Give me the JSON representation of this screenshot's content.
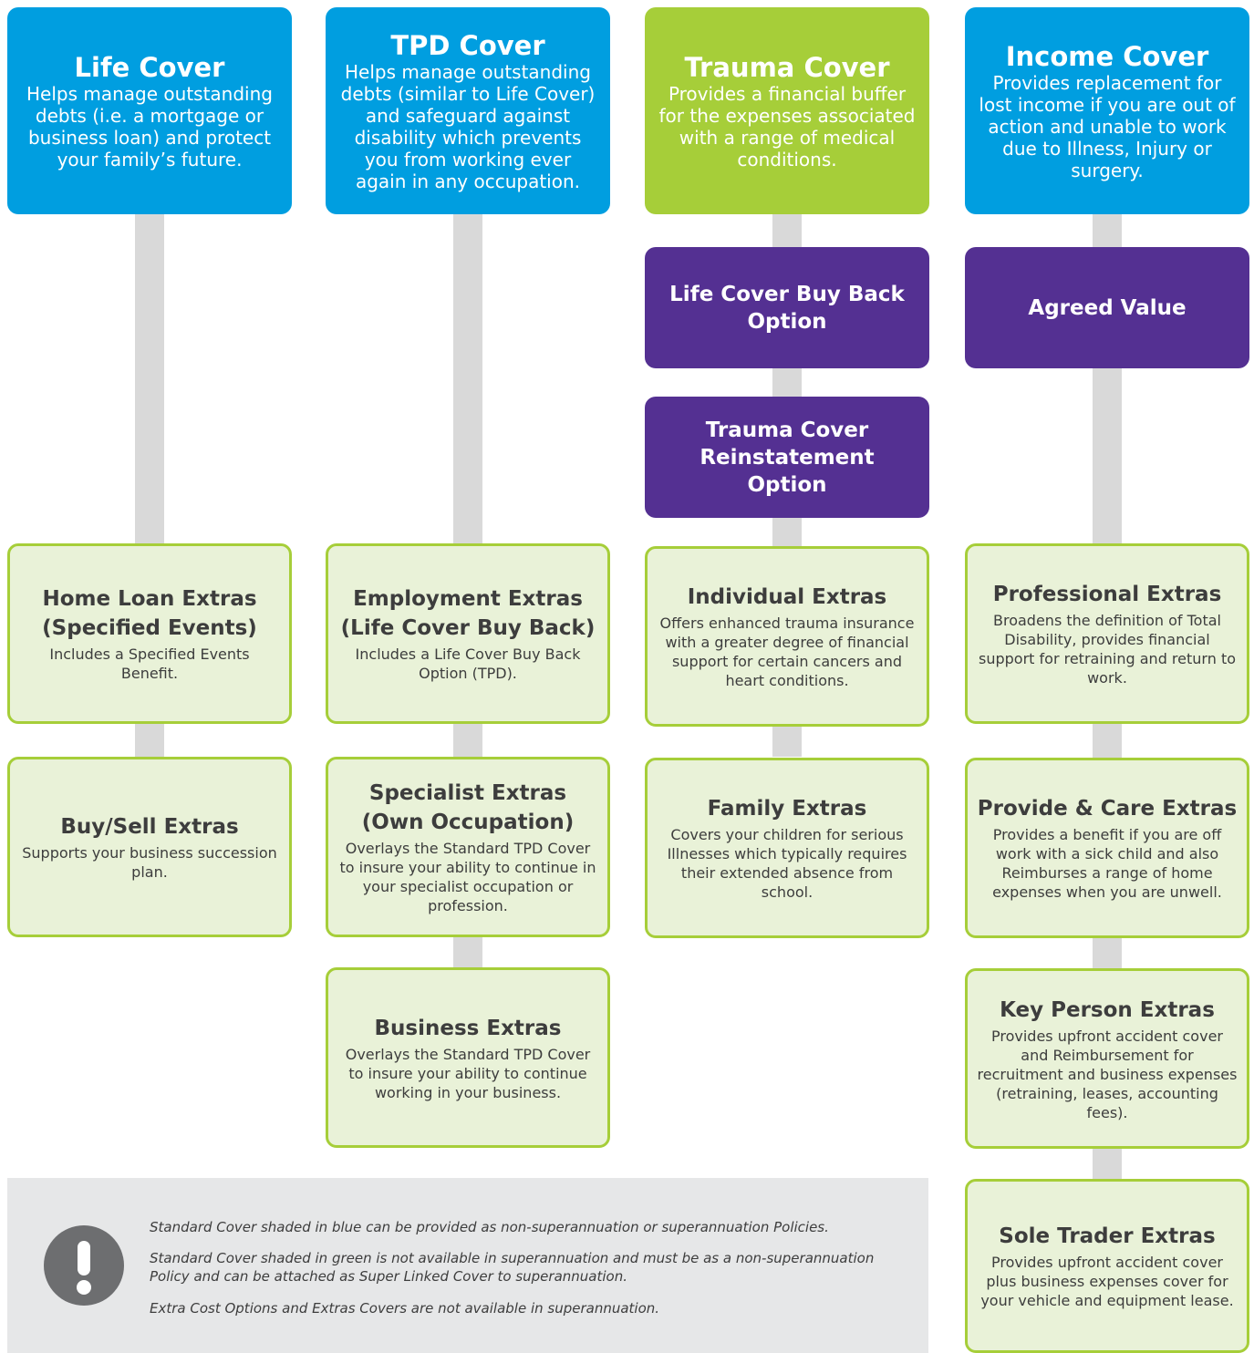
{
  "columns": [
    {
      "title": "Life Cover",
      "desc": "Helps manage outstanding debts (i.e. a mortgage or business loan) and protect your family’s future.",
      "style": "blue",
      "options": [],
      "extras": [
        {
          "title": "Home Loan Extras (Specified Events)",
          "desc": "Includes a Specified Events Benefit."
        },
        {
          "title": "Buy/Sell Extras",
          "desc": "Supports your business succession plan."
        }
      ]
    },
    {
      "title": "TPD Cover",
      "desc": "Helps manage outstanding debts (similar to Life Cover) and safeguard against disability which prevents you from working ever again in any occupation.",
      "style": "blue",
      "options": [],
      "extras": [
        {
          "title": "Employment Extras (Life Cover Buy Back)",
          "desc": "Includes a Life Cover Buy Back Option (TPD)."
        },
        {
          "title": "Specialist Extras (Own Occupation)",
          "desc": "Overlays the Standard TPD Cover to insure your ability to continue in your specialist occupation or profession."
        },
        {
          "title": "Business Extras",
          "desc": "Overlays the Standard  TPD Cover to insure your ability to continue working in your business."
        }
      ]
    },
    {
      "title": "Trauma Cover",
      "desc": "Provides a financial buffer for the expenses associated with a range of medical conditions.",
      "style": "green",
      "options": [
        "Life Cover Buy Back Option",
        "Trauma Cover Reinstatement Option"
      ],
      "extras": [
        {
          "title": "Individual Extras",
          "desc": "Offers enhanced trauma insurance with a greater degree of financial support for certain cancers and heart conditions."
        },
        {
          "title": "Family Extras",
          "desc": "Covers your children for serious Illnesses which typically requires their extended absence from school."
        }
      ]
    },
    {
      "title": "Income Cover",
      "desc": "Provides replacement for lost income if you are out of action and unable to work due to Illness, Injury or surgery.",
      "style": "blue",
      "options": [
        "Agreed Value"
      ],
      "extras": [
        {
          "title": "Professional Extras",
          "desc": "Broadens the definition of Total Disability, provides financial support for retraining and return to work."
        },
        {
          "title": "Provide & Care Extras",
          "desc": "Provides a benefit if you are off work with a sick child and also Reimburses a range of home expenses when you are unwell."
        },
        {
          "title": "Key Person Extras",
          "desc": "Provides upfront accident cover and Reimbursement for recruitment and business expenses (retraining, leases, accounting fees)."
        },
        {
          "title": "Sole Trader Extras",
          "desc": "Provides upfront accident cover plus business expenses cover for your vehicle and equipment lease."
        }
      ]
    }
  ],
  "notes": [
    "Standard Cover shaded in blue can be provided as non-superannuation or superannuation Policies.",
    "Standard Cover shaded in green is not available in superannuation and must be as a non-superannuation Policy and can be attached as Super Linked Cover to superannuation.",
    "Extra Cost Options and Extras Covers are not available in superannuation."
  ],
  "colors": {
    "blue": "#009ee0",
    "green": "#a6ce39",
    "purple": "#543092",
    "extras_fill": "#e9f2d8",
    "stem": "#d9d9d9",
    "note_bg": "#e6e7e8"
  },
  "icons": {
    "warning": "exclamation-icon"
  }
}
